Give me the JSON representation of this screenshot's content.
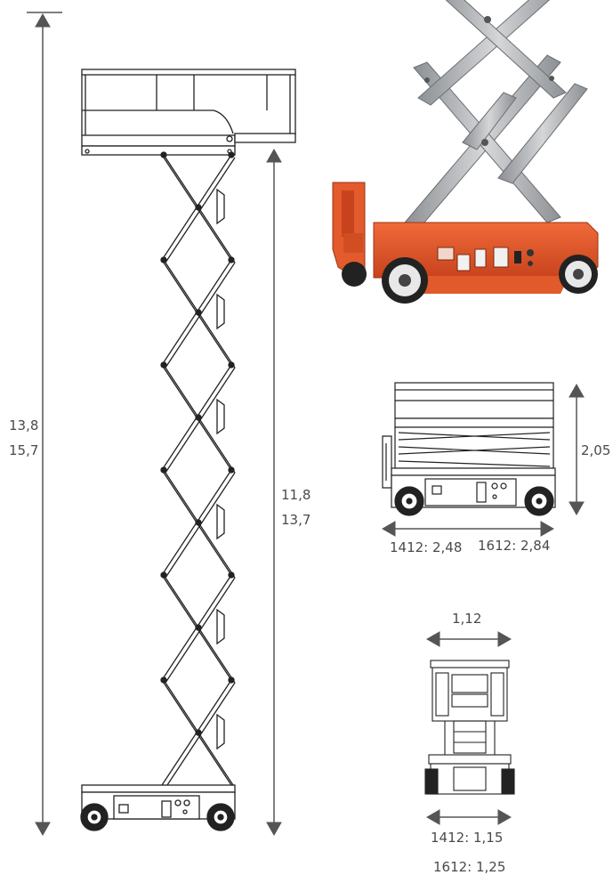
{
  "diagram": {
    "dimensions": {
      "max_height": [
        "13,8",
        "15,7"
      ],
      "platform_height": [
        "11,8",
        "13,7"
      ],
      "stowed_height": "2,05",
      "length": [
        "1412: 2,48",
        "1612: 2,84"
      ],
      "platform_width": "1,12",
      "base_width": [
        "1412: 1,15",
        "1612: 1,25"
      ]
    },
    "colors": {
      "line": "#222222",
      "arrow": "#555555",
      "machine_orange": "#e2582c",
      "scissor_gray": "#b8babd"
    }
  }
}
